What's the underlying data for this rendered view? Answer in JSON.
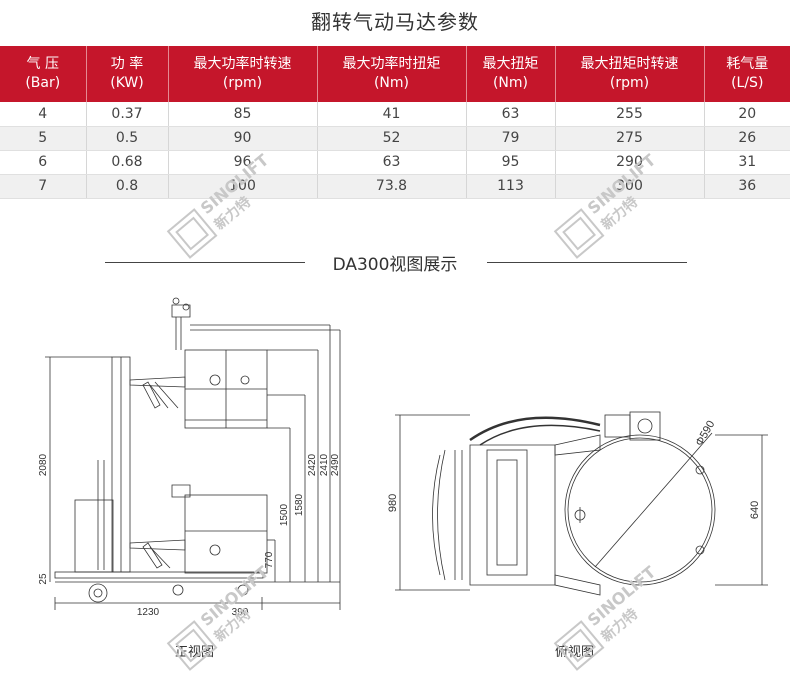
{
  "title": "翻转气动马达参数",
  "table": {
    "headers": [
      {
        "line1": "气  压",
        "line2": "(Bar)"
      },
      {
        "line1": "功  率",
        "line2": "(KW)"
      },
      {
        "line1": "最大功率时转速",
        "line2": "(rpm)"
      },
      {
        "line1": "最大功率时扭矩",
        "line2": "(Nm)"
      },
      {
        "line1": "最大扭矩",
        "line2": "(Nm)"
      },
      {
        "line1": "最大扭矩时转速",
        "line2": "(rpm)"
      },
      {
        "line1": "耗气量",
        "line2": "(L/S)"
      }
    ],
    "rows": [
      [
        "4",
        "0.37",
        "85",
        "41",
        "63",
        "255",
        "20"
      ],
      [
        "5",
        "0.5",
        "90",
        "52",
        "79",
        "275",
        "26"
      ],
      [
        "6",
        "0.68",
        "96",
        "63",
        "95",
        "290",
        "31"
      ],
      [
        "7",
        "0.8",
        "100",
        "73.8",
        "113",
        "300",
        "36"
      ]
    ]
  },
  "section_title": "DA300视图展示",
  "front_view": {
    "caption": "正视图",
    "dims": {
      "d2080": "2080",
      "d25": "25",
      "d1230": "1230",
      "d390": "390",
      "d770": "770",
      "d1500": "1500",
      "d1580": "1580",
      "d2420": "2420",
      "d2410": "2410",
      "d2490": "2490"
    }
  },
  "top_view": {
    "caption": "俯视图",
    "dims": {
      "d980": "980",
      "d640": "640",
      "d590": "Φ590"
    }
  },
  "watermark": {
    "brand": "SINOLIFT",
    "cn": "新力特"
  },
  "colors": {
    "header_bg": "#c5162b",
    "row_alt": "#f0f0f0"
  }
}
